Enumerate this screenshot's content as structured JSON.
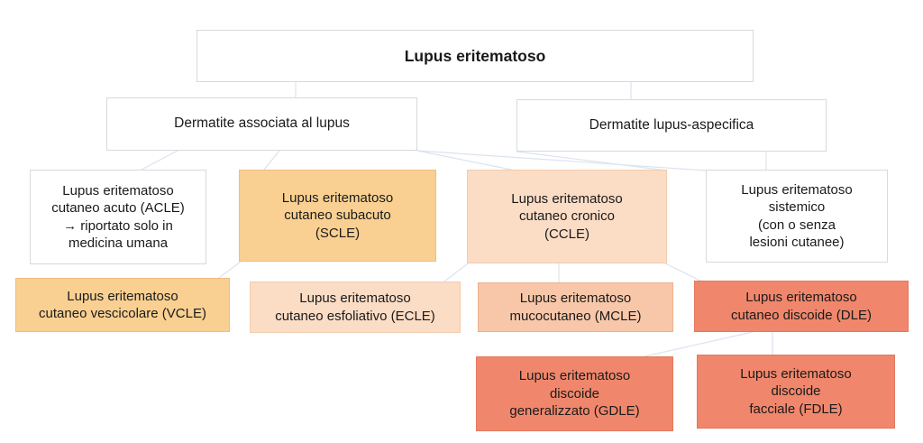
{
  "diagram_title": "Lupus eritematoso",
  "colors": {
    "white": {
      "fill": "#ffffff",
      "border": "#d9d9d9"
    },
    "orange": {
      "fill": "#f9d092",
      "border": "#eebe7f"
    },
    "peach": {
      "fill": "#fbdcc5",
      "border": "#f1ccae"
    },
    "peachdark": {
      "fill": "#f8c7a9",
      "border": "#eab28e"
    },
    "salmon": {
      "fill": "#f0876c",
      "border": "#e3785e"
    },
    "connector": "#dce3ee",
    "text": "#1a1a1a"
  },
  "nodes": {
    "root": {
      "label": "Lupus eritematoso"
    },
    "associata": {
      "label": "Dermatite associata al lupus"
    },
    "aspecifica": {
      "label": "Dermatite lupus-aspecifica"
    },
    "acle": {
      "label": "Lupus eritematoso\ncutaneo acuto (ACLE)\n→ riportato solo in\nmedicina umana"
    },
    "scle": {
      "label": "Lupus eritematoso\ncutaneo subacuto\n(SCLE)"
    },
    "ccle": {
      "label": "Lupus eritematoso\ncutaneo cronico\n(CCLE)"
    },
    "sistemico": {
      "label": "Lupus eritematoso\nsistemico\n(con o senza\nlesioni cutanee)"
    },
    "vcle": {
      "label": "Lupus eritematoso\ncutaneo vescicolare (VCLE)"
    },
    "ecle": {
      "label": "Lupus eritematoso\ncutaneo esfoliativo (ECLE)"
    },
    "mcle": {
      "label": "Lupus eritematoso\nmucocutaneo (MCLE)"
    },
    "dle": {
      "label": "Lupus eritematoso\ncutaneo discoide (DLE)"
    },
    "gdle": {
      "label": "Lupus eritematoso\ndiscoide\ngeneralizzato (GDLE)"
    },
    "fdle": {
      "label": "Lupus eritematoso\ndiscoide\nfacciale (FDLE)"
    }
  },
  "edges": [
    "root→associata",
    "root→aspecifica",
    "associata→acle",
    "associata→scle",
    "associata→ccle",
    "associata→sistemico",
    "aspecifica→ccle",
    "aspecifica→sistemico",
    "scle→vcle",
    "ccle→ecle",
    "ccle→mcle",
    "ccle→dle",
    "dle→gdle",
    "dle→fdle"
  ]
}
